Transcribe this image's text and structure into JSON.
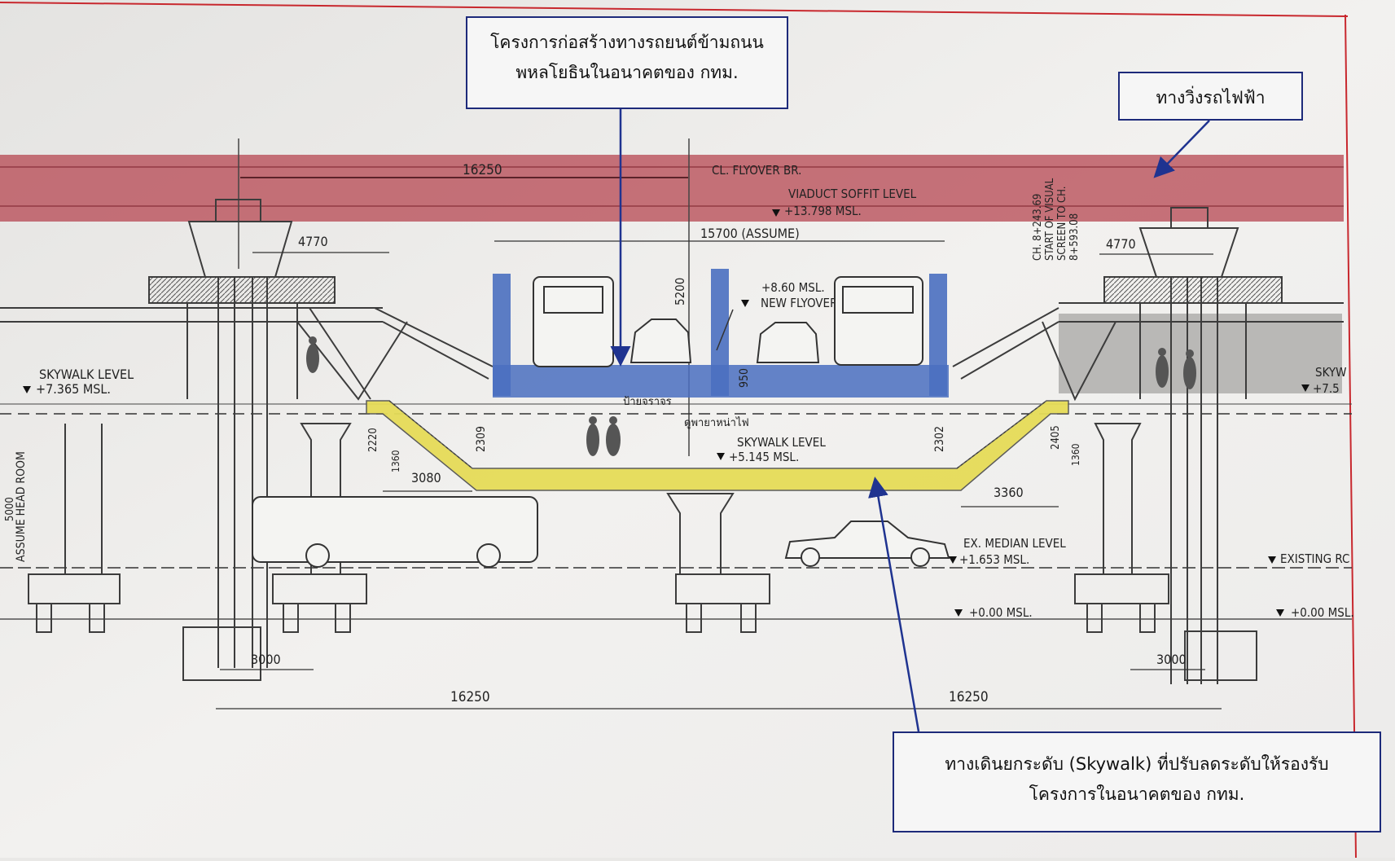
{
  "callouts": {
    "flyover_line1": "โครงการก่อสร้างทางรถยนต์ข้ามถนน",
    "flyover_line2": "พหลโยธินในอนาคตของ กทม.",
    "skytrain": "ทางวิ่งรถไฟฟ้า",
    "skywalk_line1": "ทางเดินยกระดับ (Skywalk) ที่ปรับลดระดับให้รองรับ",
    "skywalk_line2": "โครงการในอนาคตของ กทม."
  },
  "dimensions": {
    "top_span": "16250",
    "overhang_left": "4770",
    "overhang_right": "4770",
    "flyover_width": "15700 (ASSUME)",
    "flyover_height": "5200",
    "deck_depth": "950",
    "clear_left": "2309",
    "clear_right": "2302",
    "stair_left_h": "2220",
    "stair_left_h2": "1360",
    "stair_right_h": "2405",
    "stair_right_h2": "1360",
    "ramp_left": "3080",
    "ramp_right": "3360",
    "footing_left": "3000",
    "footing_right": "3000",
    "bottom_left": "16250",
    "bottom_right": "16250",
    "head_room": "5000",
    "head_room_label": "ASSUME HEAD ROOM"
  },
  "levels": {
    "cl_flyover": "CL. FLYOVER BR.",
    "viaduct_label": "VIADUCT SOFFIT LEVEL",
    "viaduct_value": "+13.798 MSL.",
    "new_flyover_value": "+8.60 MSL.",
    "new_flyover_label": "NEW FLYOVER BR. LEVEL",
    "skywalk_left_label": "SKYWALK LEVEL",
    "skywalk_left_value": "+7.365 MSL.",
    "skywalk_right_label": "SKYW",
    "skywalk_right_value": "+7.5",
    "skywalk_mid_label": "SKYWALK LEVEL",
    "skywalk_mid_value": "+5.145 MSL.",
    "median_label": "EX. MEDIAN LEVEL",
    "median_value": "+1.653 MSL.",
    "existing_label": "EXISTING RC",
    "msl_zero_left": "+0.00 MSL.",
    "msl_zero_right": "+0.00 MSL.",
    "station_a": "CH. 8+243.69",
    "station_b": "START OF VISUAL",
    "station_c": "SCREEN TO CH.",
    "station_d": "8+593.08",
    "thai_note_a": "ป้ายจราจร",
    "thai_note_b": "ดูพายาหน่าไฟ"
  },
  "colors": {
    "viaduct_band": "#b64550",
    "flyover_fill": "#4a6fc0",
    "skywalk_fill": "#e6dc58",
    "callout_border": "#1d2a7a",
    "arrow": "#1f3390",
    "drawing_line": "#3c3c3c",
    "frame": "#c8282e"
  }
}
